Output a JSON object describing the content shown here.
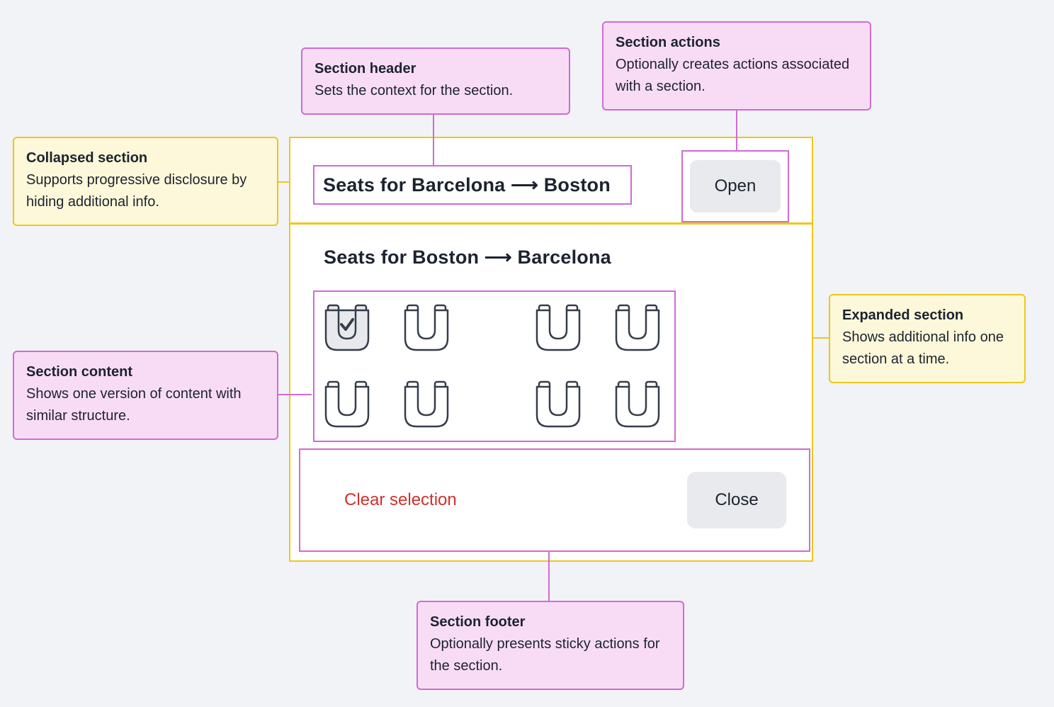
{
  "background_color": "#f2f3f6",
  "accents": {
    "pink_border": "#d06bd3",
    "pink_fill": "#f8dcf6",
    "yellow_border": "#ebc71c",
    "yellow_fill": "#fcf8d9",
    "panel_border": "#f0c713",
    "danger_red": "#d0312d",
    "button_gray": "#e8eaed",
    "seat_stroke": "#353d4a",
    "seat_selected_fill": "#e7e9ec",
    "text_dark": "#1c2330"
  },
  "callouts": {
    "section_header": {
      "title": "Section header",
      "body": "Sets the context for the section."
    },
    "section_actions": {
      "title": "Section actions",
      "body": "Optionally creates actions associated with a section."
    },
    "collapsed_section": {
      "title": "Collapsed section",
      "body": "Supports progressive disclosure by hiding additional info."
    },
    "section_content": {
      "title": "Section content",
      "body": "Shows one version of content with similar structure."
    },
    "expanded_section": {
      "title": "Expanded section",
      "body": "Shows additional info one section at a time."
    },
    "section_footer": {
      "title": "Section footer",
      "body": "Optionally presents sticky actions for the section."
    }
  },
  "panel": {
    "collapsed_section": {
      "title": "Seats for Barcelona ⟶ Boston",
      "action_label": "Open"
    },
    "expanded_section": {
      "title": "Seats for Boston ⟶ Barcelona",
      "seat_rows": [
        [
          "selected",
          "empty",
          "empty",
          "empty"
        ],
        [
          "empty",
          "empty",
          "empty",
          "empty"
        ]
      ],
      "checkmark_glyph": "✓",
      "footer": {
        "clear_label": "Clear selection",
        "close_label": "Close"
      }
    }
  }
}
